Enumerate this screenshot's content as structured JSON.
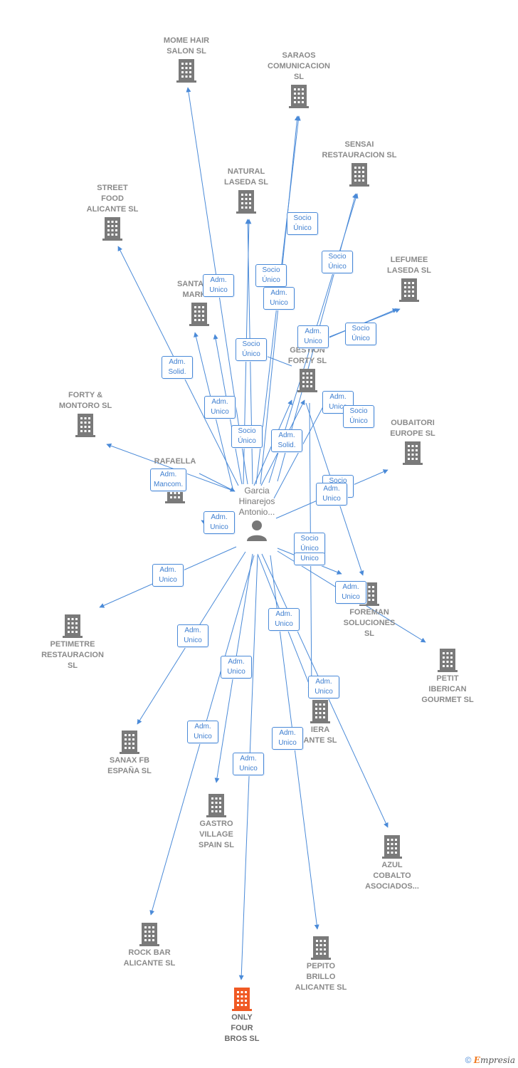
{
  "colors": {
    "edge": "#4a8ad8",
    "building": "#7a7a7a",
    "highlight": "#f05a24",
    "text": "#8a8a8a"
  },
  "center": {
    "label": "Garcia\nHinarejos\nAntonio...",
    "icon": "person-icon"
  },
  "nodes": [
    {
      "id": "mome",
      "label": "MOME HAIR\nSALON  SL"
    },
    {
      "id": "saraos",
      "label": "SARAOS\nCOMUNICACION\nSL"
    },
    {
      "id": "sensai",
      "label": "SENSAI\nRESTAURACION SL"
    },
    {
      "id": "natural",
      "label": "NATURAL\nLASEDA  SL"
    },
    {
      "id": "street",
      "label": "STREET\nFOOD\nALICANTE  SL"
    },
    {
      "id": "lefumee",
      "label": "LEFUMEE\nLASEDA  SL"
    },
    {
      "id": "santamaria",
      "label": "SANTAMAR\nMARKET"
    },
    {
      "id": "resgestion",
      "label": "RE\nGESTION\nFORTY SL"
    },
    {
      "id": "forty",
      "label": "FORTY &\nMONTORO  SL"
    },
    {
      "id": "oubaitori",
      "label": "OUBAITORI\nEUROPE  SL"
    },
    {
      "id": "rafaella",
      "label": "RAFAELLA\nR"
    },
    {
      "id": "foreman",
      "label": "FOREMAN\nSOLUCIONES\nSL"
    },
    {
      "id": "petimetre",
      "label": "PETIMETRE\nRESTAURACION\nSL"
    },
    {
      "id": "petit",
      "label": "PETIT\nIBERICAN\nGOURMET SL"
    },
    {
      "id": "riviera",
      "label": "IERA\nANTE  SL"
    },
    {
      "id": "sanax",
      "label": "SANAX FB\nESPAÑA  SL"
    },
    {
      "id": "gastro",
      "label": "GASTRO\nVILLAGE\nSPAIN  SL"
    },
    {
      "id": "azul",
      "label": "AZUL\nCOBALTO\nASOCIADOS..."
    },
    {
      "id": "rockbar",
      "label": "ROCK BAR\nALICANTE  SL"
    },
    {
      "id": "pepito",
      "label": "PEPITO\nBRILLO\nALICANTE  SL"
    },
    {
      "id": "onlyfour",
      "label": "ONLY\nFOUR\nBROS  SL",
      "highlight": true
    }
  ],
  "edge_labels": [
    {
      "id": "l1",
      "text": "Socio\nÚnico"
    },
    {
      "id": "l2",
      "text": "Socio\nÚnico"
    },
    {
      "id": "l3",
      "text": "Adm.\nUnico"
    },
    {
      "id": "l4",
      "text": "Socio\nÚnico"
    },
    {
      "id": "l5",
      "text": "Adm.\nUnico"
    },
    {
      "id": "l6",
      "text": "Adm.\nUnico"
    },
    {
      "id": "l7",
      "text": "Socio\nÚnico"
    },
    {
      "id": "l8",
      "text": "Adm.\nSolid."
    },
    {
      "id": "l9",
      "text": "Socio\nÚnico"
    },
    {
      "id": "l10",
      "text": "Adm.\nUnico"
    },
    {
      "id": "l11",
      "text": "Adm.\nUnico"
    },
    {
      "id": "l12",
      "text": "Socio\nÚnico"
    },
    {
      "id": "l13",
      "text": "Socio\nÚnico"
    },
    {
      "id": "l14",
      "text": "Adm.\nSolid."
    },
    {
      "id": "l15",
      "text": "Adm.\nMancom."
    },
    {
      "id": "l16",
      "text": "Socio\nÚnico"
    },
    {
      "id": "l17",
      "text": "Adm.\nUnico"
    },
    {
      "id": "l18",
      "text": "Socio\nÚnico"
    },
    {
      "id": "l19",
      "text": "Unico"
    },
    {
      "id": "l20",
      "text": "Adm.\nUnico"
    },
    {
      "id": "l21",
      "text": "Adm.\nUnico"
    },
    {
      "id": "l22",
      "text": "Adm.\nUnico"
    },
    {
      "id": "l23",
      "text": "Adm.\nUnico"
    },
    {
      "id": "l24",
      "text": "Adm.\nUnico"
    },
    {
      "id": "l25",
      "text": "Adm.\nUnico"
    },
    {
      "id": "l26",
      "text": "Adm.\nUnico"
    },
    {
      "id": "l27",
      "text": "Adm.\nUnico"
    },
    {
      "id": "l28",
      "text": "Adm.\nUnico"
    },
    {
      "id": "l29",
      "text": "Adm.\nUnico"
    }
  ],
  "footer": {
    "copyright": "©",
    "brand_e": "E",
    "brand_rest": "mpresia"
  }
}
